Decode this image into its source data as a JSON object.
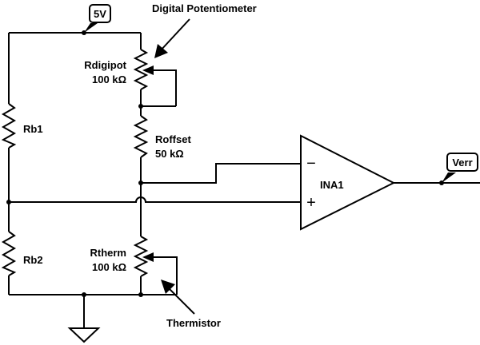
{
  "title": "Thermistor Wheatstone bridge with digital potentiometer and instrumentation amplifier",
  "net_labels": {
    "supply": "5V",
    "output": "Verr"
  },
  "components": {
    "rb1": {
      "name": "Rb1"
    },
    "rb2": {
      "name": "Rb2"
    },
    "rdigipot": {
      "name": "Rdigipot",
      "value": "100 kΩ"
    },
    "roffset": {
      "name": "Roffset",
      "value": "50 kΩ"
    },
    "rtherm": {
      "name": "Rtherm",
      "value": "100 kΩ"
    },
    "amp": {
      "name": "INA1",
      "inv_sign": "−",
      "noninv_sign": "+"
    }
  },
  "annotations": {
    "digipot": "Digital Potentiometer",
    "thermistor": "Thermistor"
  },
  "colors": {
    "stroke": "#000000",
    "background": "#ffffff"
  }
}
